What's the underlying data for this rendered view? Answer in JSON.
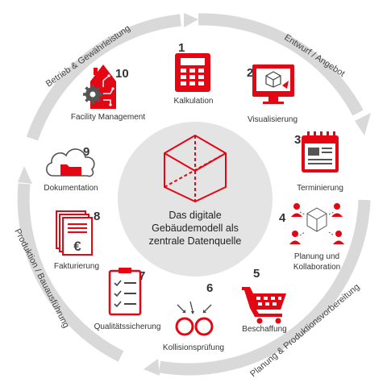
{
  "ring_labels": {
    "entwurf": "Entwurf / Angebot",
    "planung": "Planung & Produktionsvorbereitung",
    "produktion": "Produktion / Bauausführung",
    "betrieb": "Betrieb & Gewährleistung"
  },
  "center": {
    "line1": "Das digitale",
    "line2": "Gebäudemodell als",
    "line3": "zentrale Datenquelle"
  },
  "steps": [
    {
      "number": "1",
      "label": "Kalkulation",
      "icon": "calculator-icon"
    },
    {
      "number": "2",
      "label": "Visualisierung",
      "icon": "monitor-icon"
    },
    {
      "number": "3",
      "label": "Terminierung",
      "icon": "calendar-icon"
    },
    {
      "number": "4",
      "label_line1": "Planung und",
      "label_line2": "Kollaboration",
      "icon": "collaboration-icon"
    },
    {
      "number": "5",
      "label": "Beschaffung",
      "icon": "shopping-cart-icon"
    },
    {
      "number": "6",
      "label": "Kollisionsprüfung",
      "icon": "collision-icon"
    },
    {
      "number": "7",
      "label": "Qualitätssicherung",
      "icon": "checklist-icon"
    },
    {
      "number": "8",
      "label": "Fakturierung",
      "icon": "invoice-icon"
    },
    {
      "number": "9",
      "label": "Dokumentation",
      "icon": "cloud-folder-icon"
    },
    {
      "number": "10",
      "label": "Facility Management",
      "icon": "smart-building-icon"
    }
  ],
  "colors": {
    "accent": "#e30613",
    "ring": "#d9d9d9",
    "center_circle": "#e4e4e4",
    "text": "#333333"
  }
}
